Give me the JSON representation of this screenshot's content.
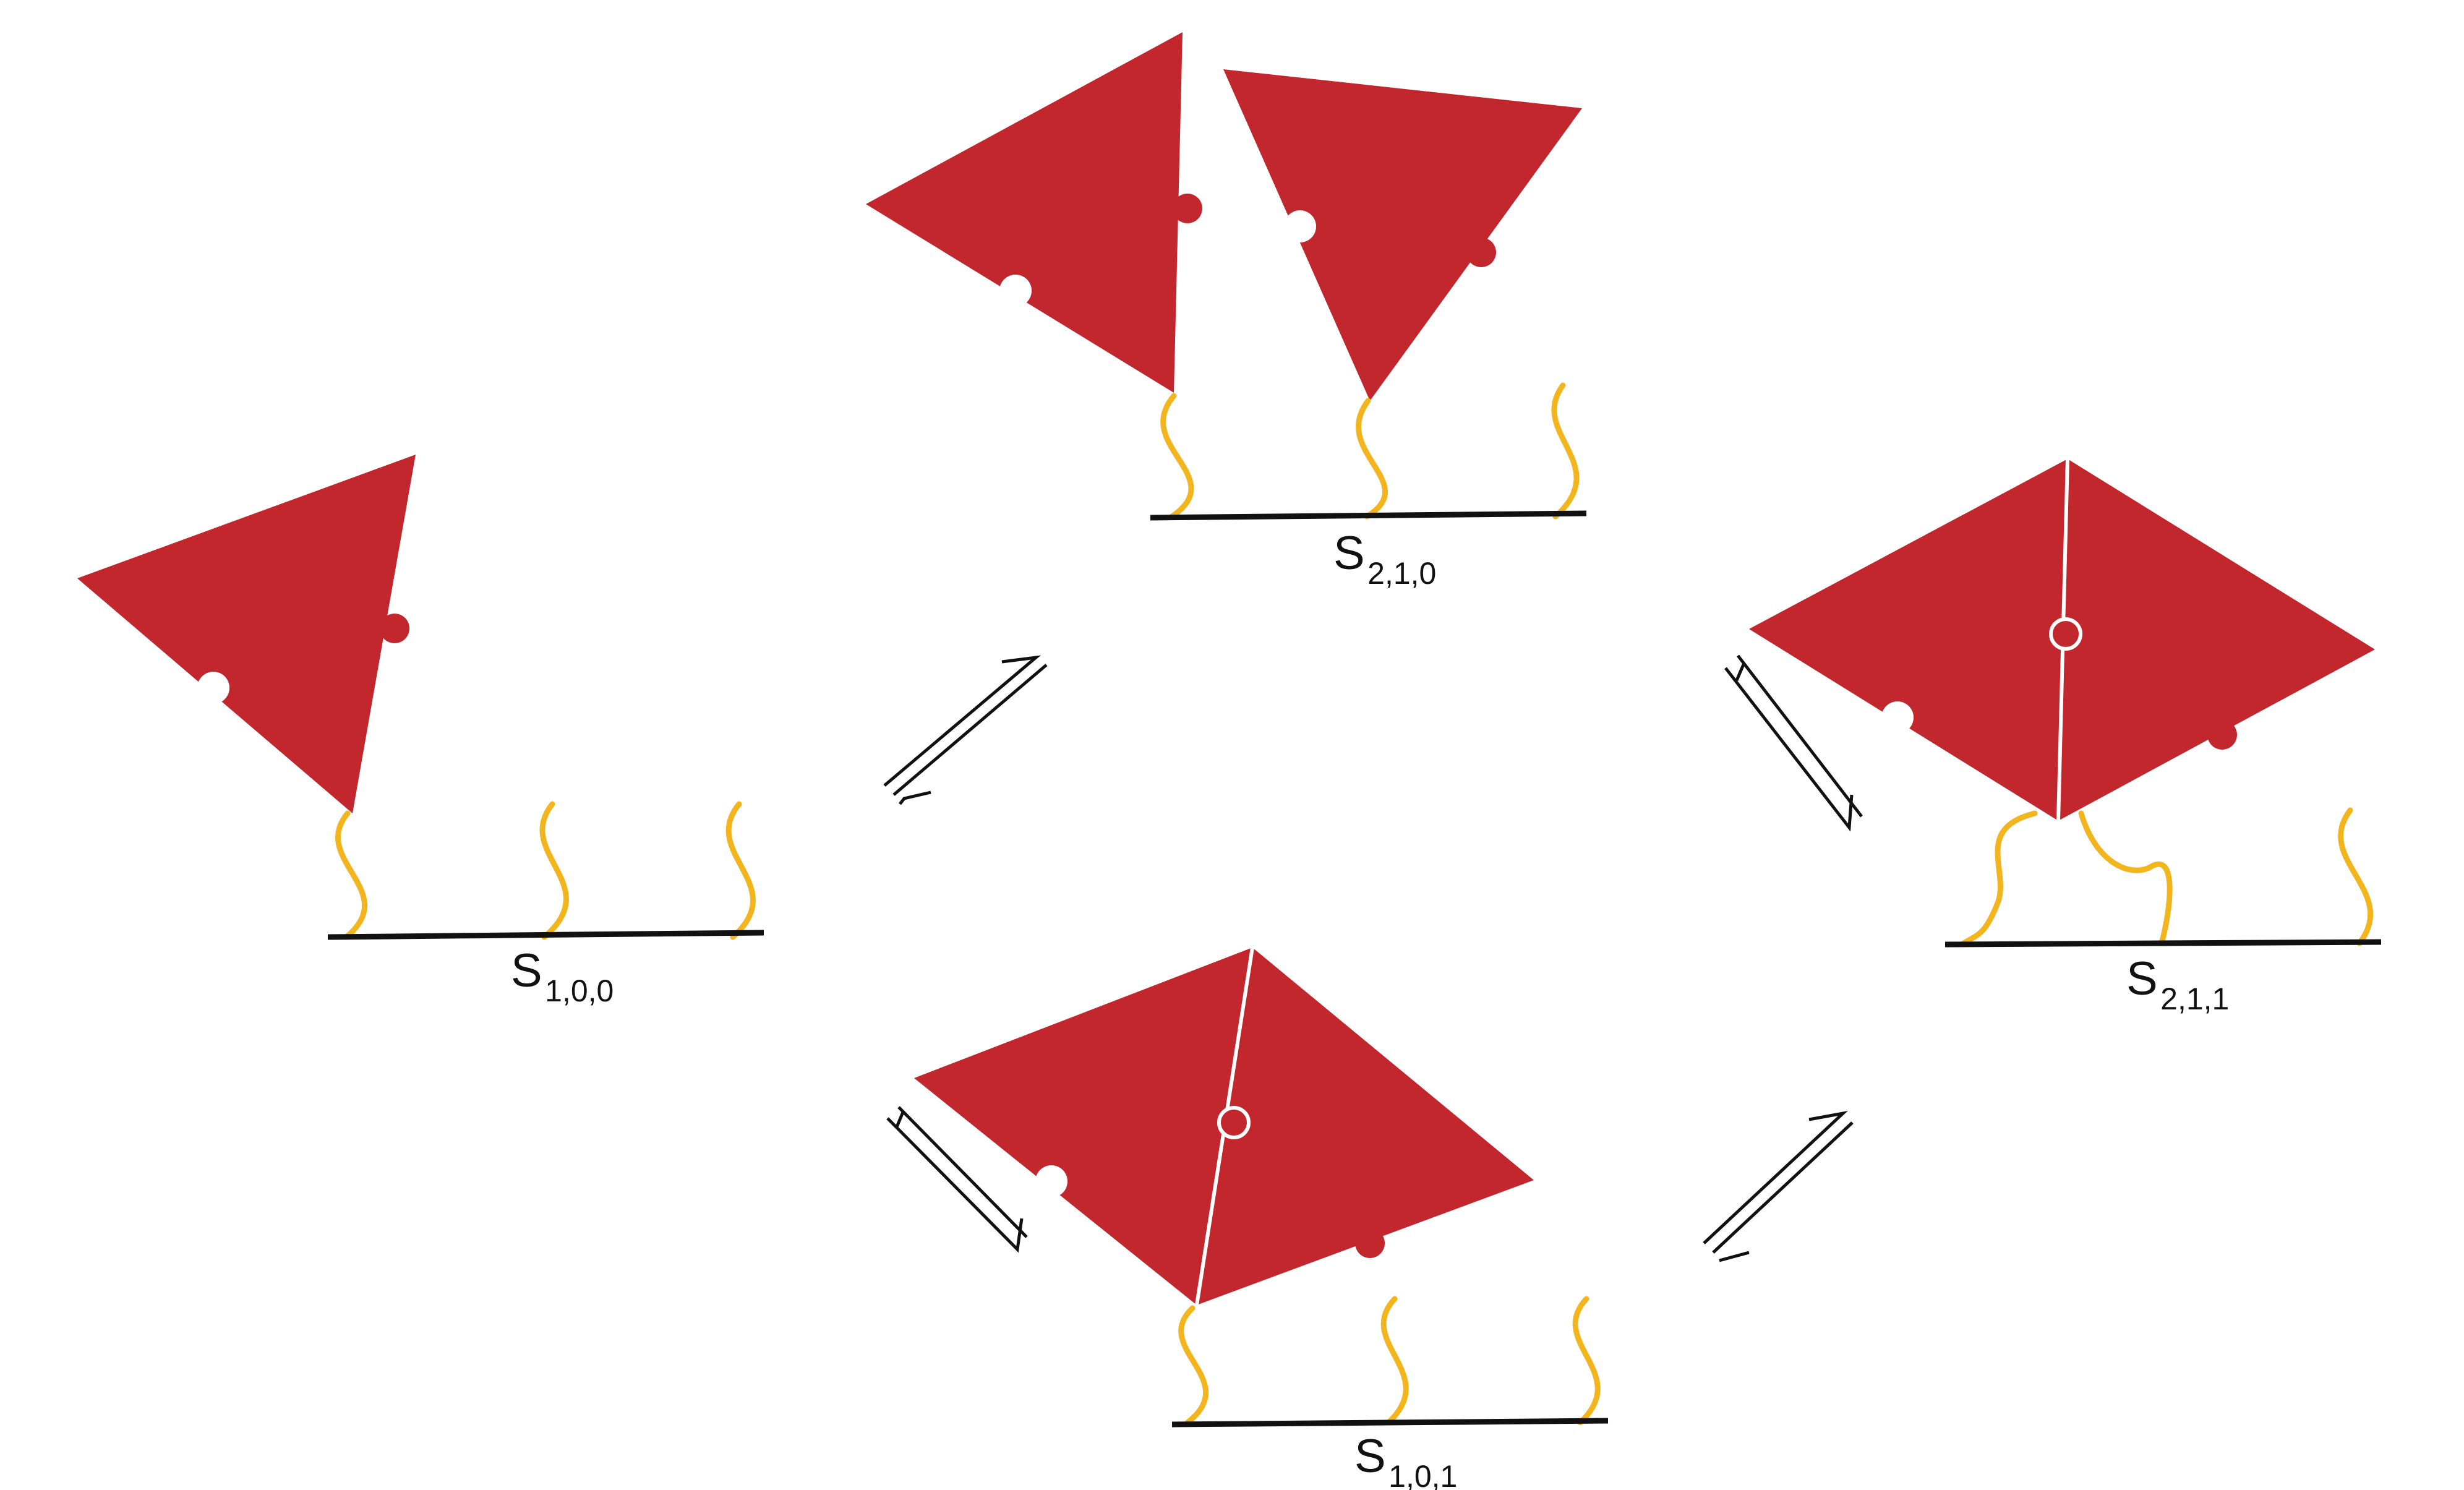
{
  "colors": {
    "protein": "#C1272D",
    "tether": "#F2B51D",
    "surface": "#111111",
    "background": "#FFFFFF",
    "arrow": "#111111"
  },
  "states": [
    {
      "id": "s100",
      "letter": "S",
      "indices": "1,0,0"
    },
    {
      "id": "s210",
      "letter": "S",
      "indices": "2,1,0"
    },
    {
      "id": "s211",
      "letter": "S",
      "indices": "2,1,1"
    },
    {
      "id": "s101",
      "letter": "S",
      "indices": "1,0,1"
    }
  ],
  "equilibria": [
    {
      "from": "S 1,0,0",
      "to": "S 2,1,0",
      "symbol": "reversible-arrow"
    },
    {
      "from": "S 2,1,0",
      "to": "S 2,1,1",
      "symbol": "reversible-arrow"
    },
    {
      "from": "S 1,0,0",
      "to": "S 1,0,1",
      "symbol": "reversible-arrow"
    },
    {
      "from": "S 1,0,1",
      "to": "S 2,1,1",
      "symbol": "reversible-arrow"
    }
  ]
}
